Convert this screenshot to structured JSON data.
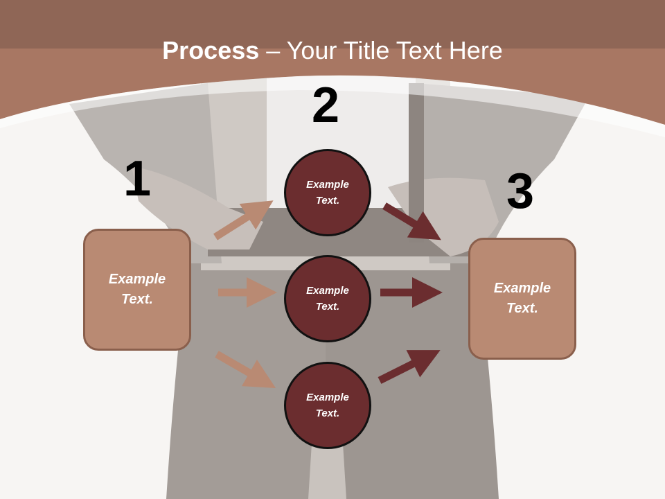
{
  "title": {
    "bold": "Process",
    "rest": " – Your Title Text Here"
  },
  "steps": [
    {
      "number": "1",
      "label": "Example Text."
    },
    {
      "number": "2",
      "items": [
        {
          "label": "Example Text."
        },
        {
          "label": "Example Text."
        },
        {
          "label": "Example Text."
        }
      ]
    },
    {
      "number": "3",
      "label": "Example Text."
    }
  ],
  "colors": {
    "header": "#a87763",
    "box_fill": "#b98a73",
    "circle_fill": "#6b2d2f",
    "arrow_in": "#b98a73",
    "arrow_out": "#6b2d2f"
  }
}
